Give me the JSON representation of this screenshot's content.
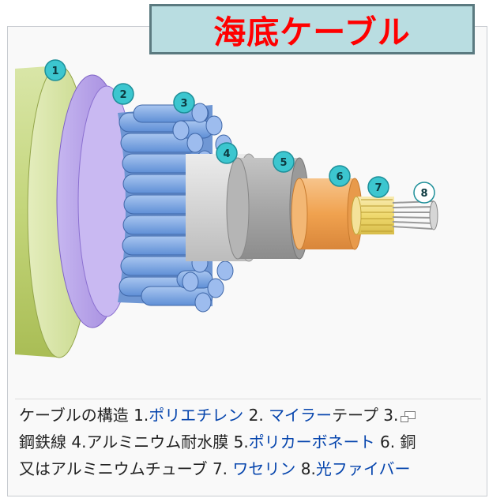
{
  "title": "海底ケーブル",
  "markers": [
    "1",
    "2",
    "3",
    "4",
    "5",
    "6",
    "7",
    "8"
  ],
  "caption": {
    "lead": "ケーブルの構造 ",
    "p1": "1.",
    "l1": "ポリエチレン",
    "p2": " 2. ",
    "l2": "マイラー",
    "p3": "テープ 3.",
    "p4": "鋼鉄線 4.アルミニウム耐水膜 5.",
    "l5": "ポリカーボネート",
    "p6": " 6. 銅",
    "p7": "又はアルミニウムチューブ 7. ",
    "l7": "ワセリン",
    "p8": " 8.",
    "l8": "光ファイバー"
  },
  "colors": {
    "title_bg": "#b9dde1",
    "title_text": "#ff0000",
    "polyethylene": "#c9dc8a",
    "mylar": "#b49fe6",
    "steel": "#7fa7e0",
    "aluminium": "#d2d2d2",
    "polycarbonate": "#a8a8a8",
    "copper": "#f2a65a",
    "petroleum_jelly": "#f1dc7a",
    "marker": "#3cc6cf",
    "link": "#0645ad"
  }
}
